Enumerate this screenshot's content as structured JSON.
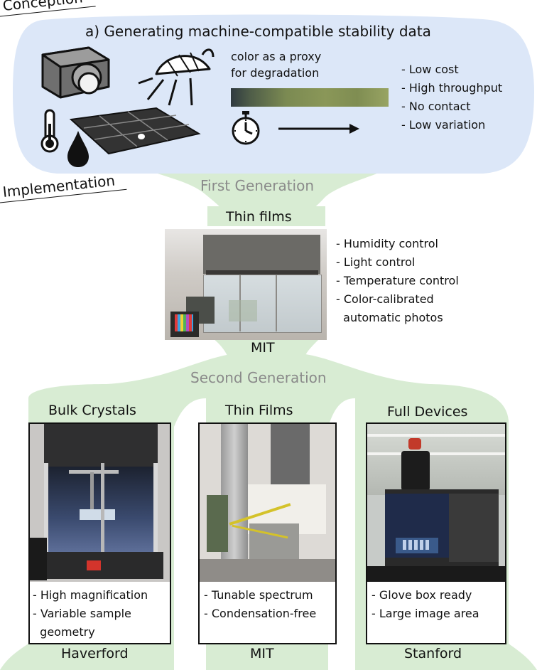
{
  "conception": {
    "heading": "Conception",
    "title": "a) Generating machine-compatible stability data",
    "proxy_text_1": "color as a proxy",
    "proxy_text_2": "for degradation",
    "benefits": [
      "- Low cost",
      "- High throughput",
      "- No contact",
      "- Low variation"
    ]
  },
  "implementation": {
    "heading": "Implementation"
  },
  "first_generation": {
    "label": "First Generation",
    "title": "Thin films",
    "features": [
      "- Humidity control",
      "- Light control",
      "- Temperature control",
      "- Color-calibrated",
      "  automatic photos"
    ],
    "institution": "MIT"
  },
  "second_generation": {
    "label": "Second Generation",
    "systems": [
      {
        "title": "Bulk Crystals",
        "features": [
          "- High magnification",
          "- Variable sample",
          "  geometry"
        ],
        "institution": "Haverford"
      },
      {
        "title": "Thin Films",
        "features": [
          "- Tunable spectrum",
          "- Condensation-free"
        ],
        "institution": "MIT"
      },
      {
        "title": "Full Devices",
        "features": [
          "- Glove box ready",
          "- Large image area"
        ],
        "institution": "Stanford"
      }
    ]
  },
  "colors": {
    "blue_panel": "#dce7f8",
    "green_tree": "#d8ecd3",
    "gradient_stops": [
      "#2f3a40",
      "#5b6c4a",
      "#8c9a5a",
      "#7d8b52",
      "#9aa565"
    ]
  }
}
